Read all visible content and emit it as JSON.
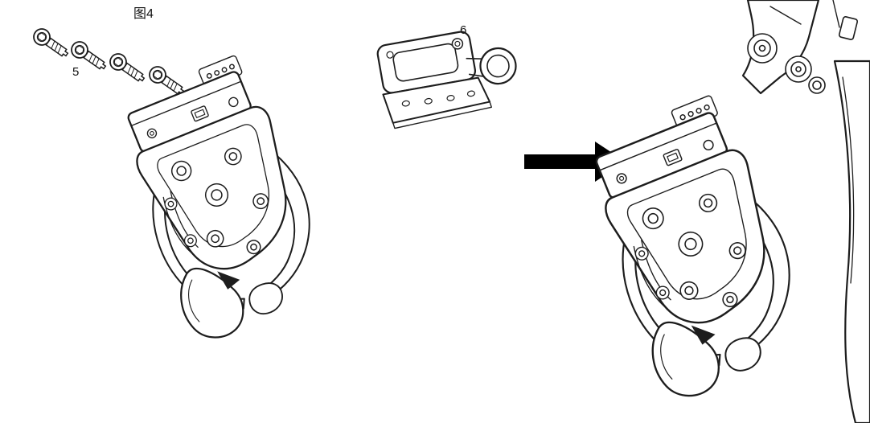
{
  "figure": {
    "label": "图4"
  },
  "parts": {
    "screws_label": "5",
    "bracket_label": "6"
  },
  "style": {
    "background": "#ffffff",
    "line_color": "#1d1d1d",
    "arrow_color": "#000000"
  }
}
